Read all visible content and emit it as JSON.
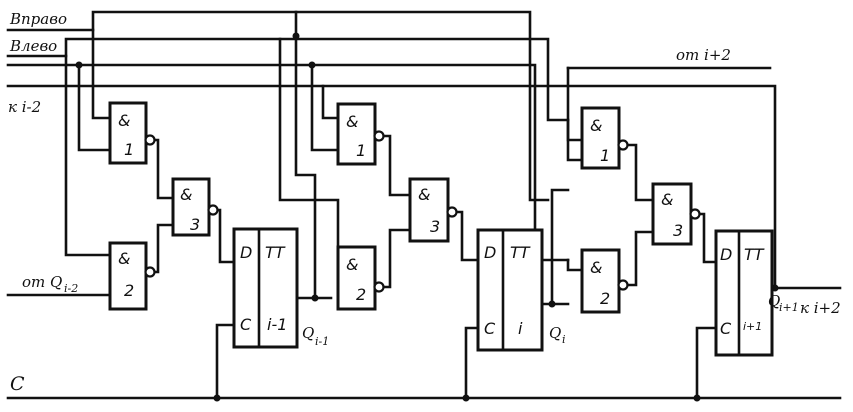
{
  "signals": {
    "right": "Вправо",
    "left": "Влево",
    "to_i_minus_2": "к i-2",
    "from_q_i_minus_2": "от Q",
    "from_q_i_minus_2_sub": "i-2",
    "from_i_plus_2": "от i+2",
    "to_i_plus_2": "к i+2",
    "clock": "C"
  },
  "gates": {
    "and_symbol": "&",
    "n1": "1",
    "n2": "2",
    "n3": "3"
  },
  "flipflops": {
    "type": "TT",
    "d_pin": "D",
    "c_pin": "C",
    "stage_left": "i-1",
    "stage_mid": "i",
    "stage_right": "i+1"
  },
  "outputs": {
    "q": "Q",
    "sub_left": "i-1",
    "sub_mid": "i",
    "sub_right": "i+1"
  }
}
